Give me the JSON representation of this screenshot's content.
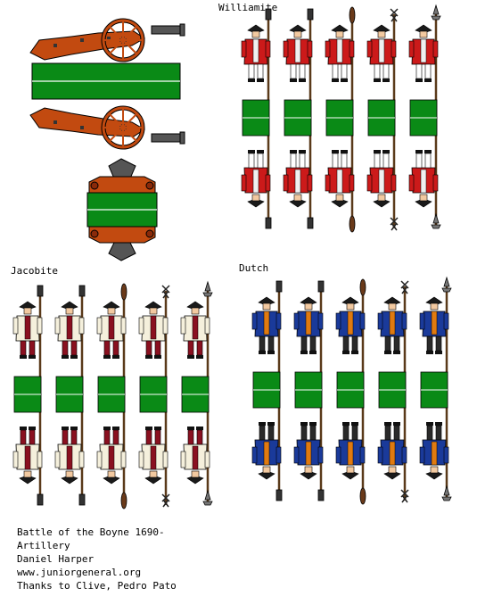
{
  "sheet": {
    "colors": {
      "base_green": "#0a8a16",
      "base_stripe": "#ffffff",
      "williamite_coat": "#cc1a1a",
      "jacobite_coat": "#f5f0dc",
      "dutch_coat": "#1a3a9a",
      "gun_carriage": "#c24a10",
      "gun_barrel": "#555555",
      "outline": "#000000"
    },
    "labels": {
      "williamite": "Williamite",
      "jacobite": "Jacobite",
      "dutch": "Dutch"
    },
    "credits": [
      "Battle of the Boyne 1690-",
      "Artillery",
      "Daniel Harper",
      "www.juniorgeneral.org",
      "Thanks to Clive, Pedro Pato"
    ],
    "weapons": [
      "rammer",
      "rammer",
      "sponge",
      "linstock",
      "halberd"
    ],
    "groups": [
      {
        "label_key": "williamite",
        "coat": "#cc1a1a",
        "facing": "#f0f0f0",
        "legs": "#ffffff",
        "pants": "#cc1a1a"
      },
      {
        "label_key": "jacobite",
        "coat": "#f5f0dc",
        "facing": "#8a1020",
        "legs": "#8a1020",
        "pants": "#f5f0dc"
      },
      {
        "label_key": "dutch",
        "coat": "#1a3a9a",
        "facing": "#e07a10",
        "legs": "#2a2a2a",
        "pants": "#1a3a9a"
      }
    ]
  }
}
